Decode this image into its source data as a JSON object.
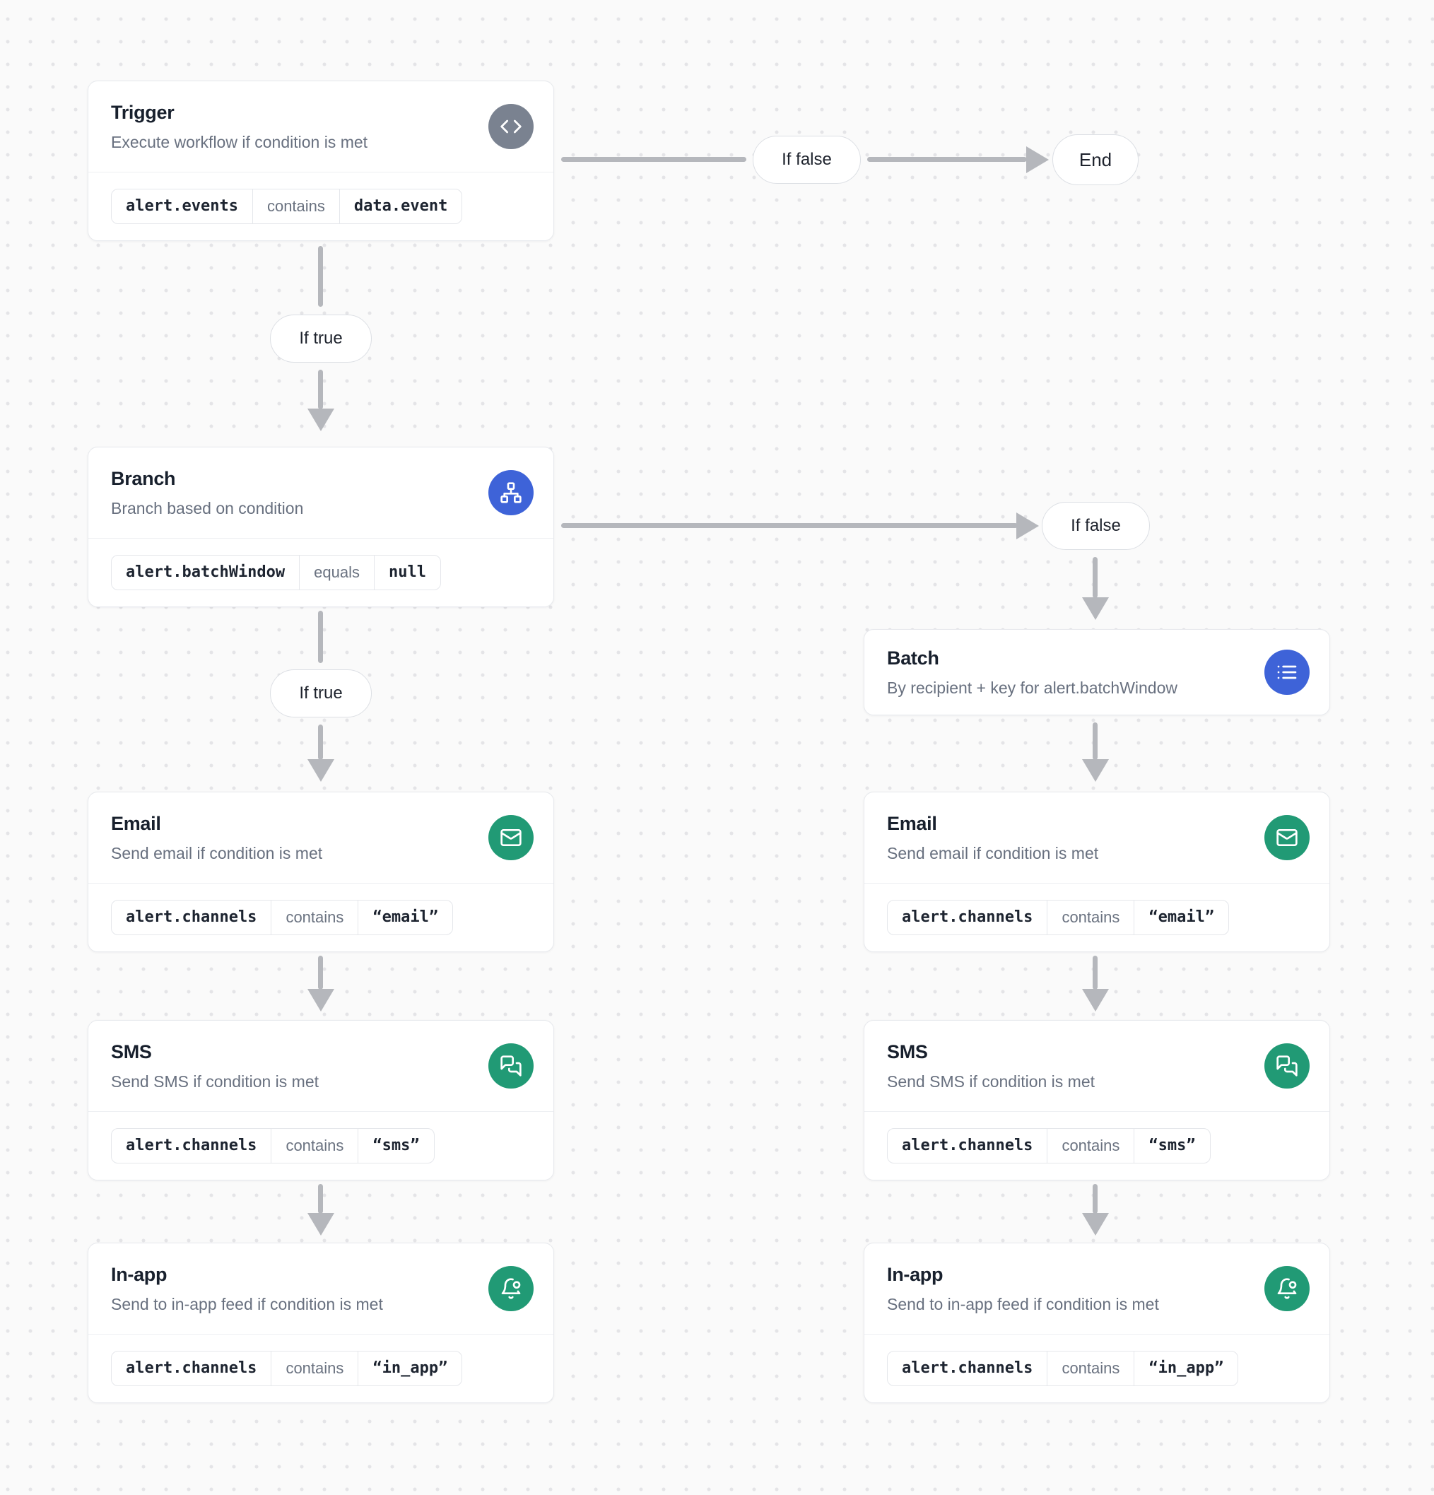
{
  "colors": {
    "background": "#fafafa",
    "grid_dot": "#e4e4e7",
    "node_border": "#e7e9ed",
    "arrow": "#b5b7bc",
    "accent_blue": "#3e63d8",
    "accent_green": "#219a75",
    "icon_gray": "#7a8290"
  },
  "edge_labels": {
    "trigger_if_false": "If false",
    "trigger_if_true": "If true",
    "branch_if_false": "If false",
    "branch_if_true": "If true",
    "end": "End"
  },
  "nodes": [
    {
      "title": "Trigger",
      "description": "Execute workflow if condition is met",
      "icon": "code-icon",
      "condition": {
        "field": "alert.events",
        "operator": "contains",
        "value": "data.event"
      }
    },
    {
      "title": "Branch",
      "description": "Branch based on condition",
      "icon": "network-icon",
      "condition": {
        "field": "alert.batchWindow",
        "operator": "equals",
        "value": "null"
      }
    },
    {
      "title": "Email",
      "description": "Send email if condition is met",
      "icon": "mail-icon",
      "condition": {
        "field": "alert.channels",
        "operator": "contains",
        "value": "“email”"
      }
    },
    {
      "title": "SMS",
      "description": "Send SMS if condition is met",
      "icon": "messages-icon",
      "condition": {
        "field": "alert.channels",
        "operator": "contains",
        "value": "“sms”"
      }
    },
    {
      "title": "In-app",
      "description": "Send to in-app feed if condition is met",
      "icon": "bell-dot-icon",
      "condition": {
        "field": "alert.channels",
        "operator": "contains",
        "value": "“in_app”"
      }
    },
    {
      "title": "Batch",
      "description": "By recipient + key for alert.batchWindow",
      "icon": "list-icon",
      "condition": null
    },
    {
      "title": "Email",
      "description": "Send email if condition is met",
      "icon": "mail-icon",
      "condition": {
        "field": "alert.channels",
        "operator": "contains",
        "value": "“email”"
      }
    },
    {
      "title": "SMS",
      "description": "Send SMS if condition is met",
      "icon": "messages-icon",
      "condition": {
        "field": "alert.channels",
        "operator": "contains",
        "value": "“sms”"
      }
    },
    {
      "title": "In-app",
      "description": "Send to in-app feed if condition is met",
      "icon": "bell-dot-icon",
      "condition": {
        "field": "alert.channels",
        "operator": "contains",
        "value": "“in_app”"
      }
    }
  ]
}
